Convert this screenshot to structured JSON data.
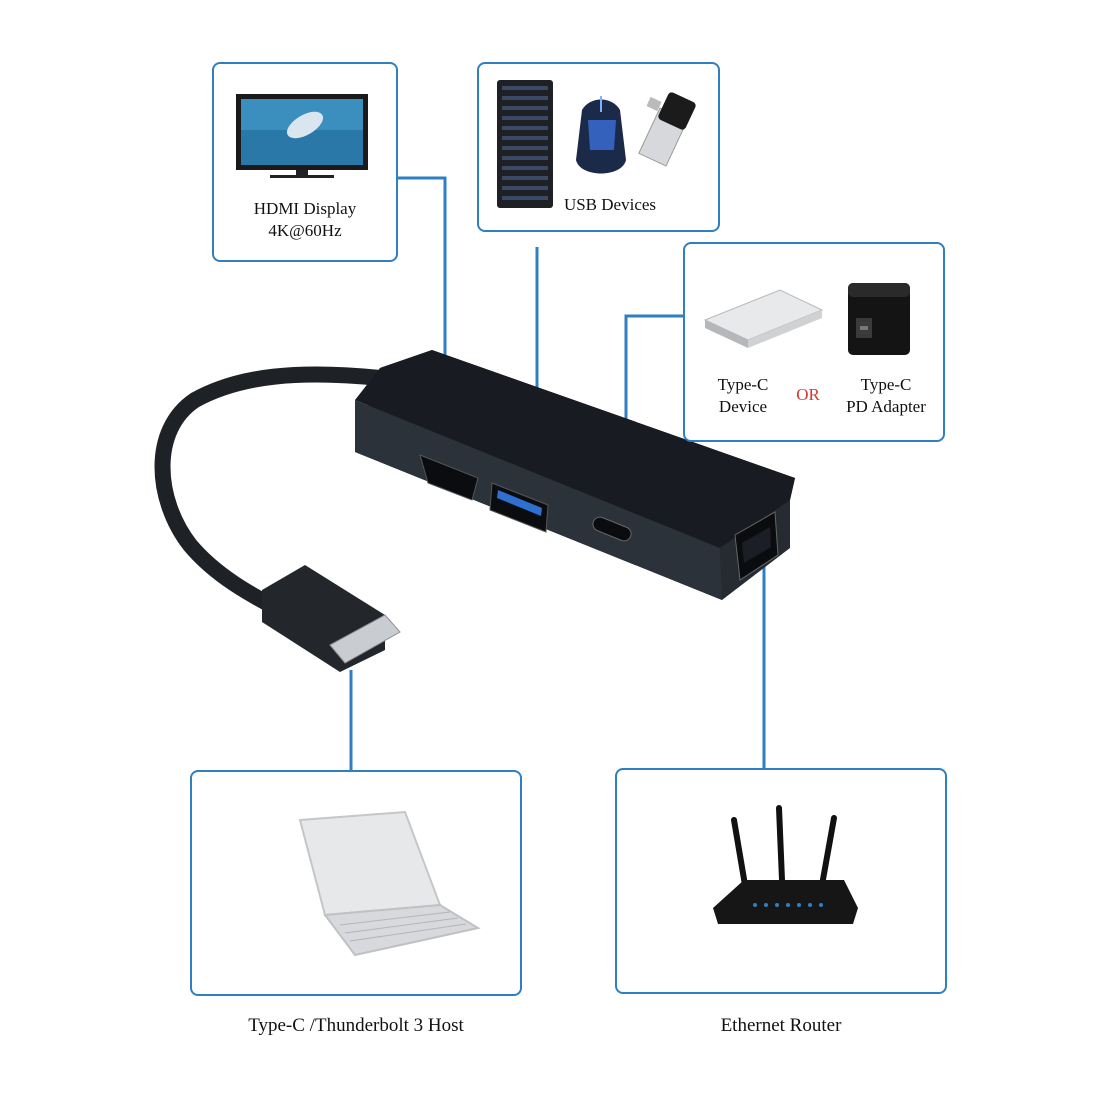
{
  "hdmi": {
    "line1": "HDMI Display",
    "line2": "4K@60Hz"
  },
  "usb": {
    "label": "USB Devices"
  },
  "pd": {
    "device_line1": "Type-C",
    "device_line2": "Device",
    "or": "OR",
    "adapter_line1": "Type-C",
    "adapter_line2": "PD Adapter"
  },
  "host": {
    "label": "Type-C /Thunderbolt 3 Host"
  },
  "router": {
    "label": "Ethernet Router"
  },
  "colors": {
    "accent": "#2f7fc1",
    "hub": "#2a2f36",
    "or": "#d23a2a"
  }
}
